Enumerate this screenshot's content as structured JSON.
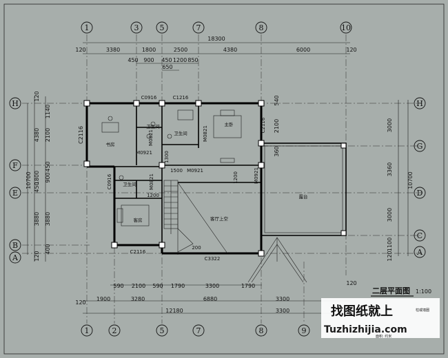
{
  "axes_top": [
    "1",
    "3",
    "5",
    "7",
    "8",
    "10"
  ],
  "axes_bottom": [
    "1",
    "2",
    "5",
    "7",
    "8",
    "9"
  ],
  "axes_left": [
    "H",
    "F",
    "E",
    "B",
    "A"
  ],
  "axes_right": [
    "H",
    "G",
    "D",
    "C",
    "A"
  ],
  "dims": {
    "top_total": "18300",
    "top_row1": [
      "120",
      "3380",
      "1800",
      "2500",
      "4380",
      "6000",
      "120"
    ],
    "top_row2": [
      "450",
      "900",
      "450",
      "1200",
      "850"
    ],
    "top_row2b": "650",
    "left_total": "10700",
    "left_row1": [
      "120",
      "1140",
      "4380",
      "2100",
      "C2116",
      "1800",
      "450",
      "900",
      "450",
      "3880",
      "1140",
      "120",
      "400"
    ],
    "left_row2": [
      "1140",
      "2100",
      "450",
      "3880",
      "120"
    ],
    "right_row1": [
      "540",
      "2100",
      "360"
    ],
    "right_row2": [
      "3000",
      "3360",
      "3000",
      "1100",
      "120"
    ],
    "right_total": "10700",
    "bottom_row1": [
      "590",
      "2100",
      "590",
      "1790",
      "3300",
      "1790"
    ],
    "bottom_row2": [
      "1900",
      "3280",
      "6880",
      "3300"
    ],
    "bottom_total": "12180",
    "bottom_row3": [
      "120",
      "3300"
    ],
    "interior": [
      "1200",
      "1200",
      "1500",
      "1300",
      "1200",
      "200"
    ]
  },
  "rooms": {
    "study": "书房",
    "bath1": "卫生间",
    "bath2": "卫生间",
    "bath3": "卫生间",
    "master": "主卧",
    "guest": "客房",
    "void": "客厅上空",
    "terrace": "露台"
  },
  "windows": [
    "C0916",
    "C1216",
    "C2116",
    "C2116",
    "C0916",
    "C2116",
    "C3322",
    "C2116"
  ],
  "doors": [
    "M0921",
    "M0821",
    "M0821",
    "M0921",
    "M0921",
    "M0821"
  ],
  "title": {
    "name": "二层平面图",
    "scale": "1:100"
  },
  "watermark": {
    "cn": "找图纸就上",
    "en": "Tuzhizhijia.com",
    "note1": "柱或墙圈",
    "note2": "面积: 约米"
  },
  "colors": {
    "background": "#a7aeab",
    "line": "#000000"
  }
}
